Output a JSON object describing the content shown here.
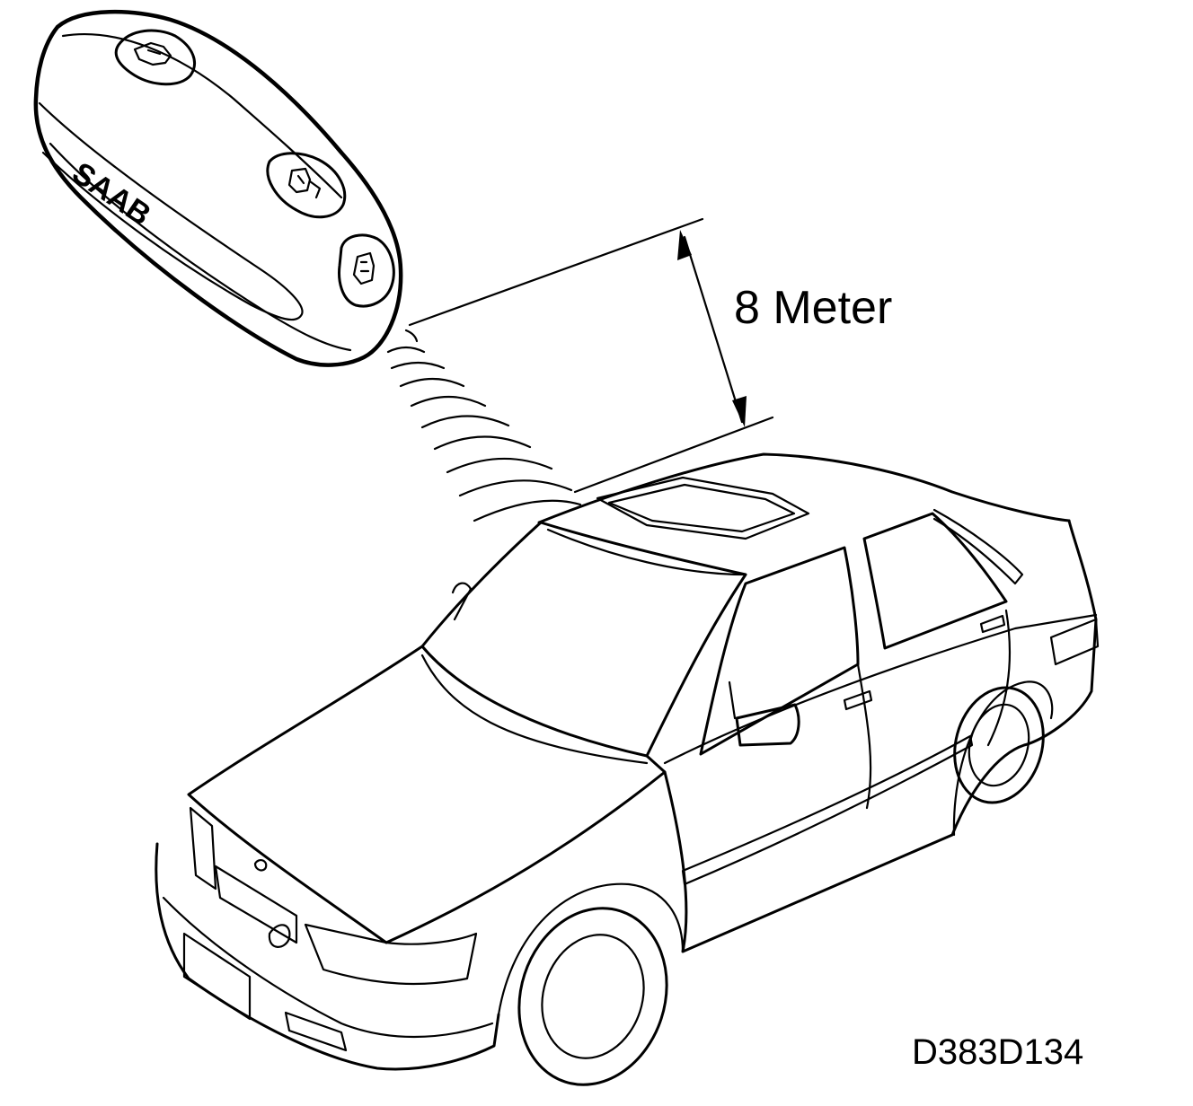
{
  "diagram": {
    "distance_label": "8 Meter",
    "figure_code": "D383D134",
    "key_fob_brand_mark": "SAAB"
  },
  "colors": {
    "line": "#000000",
    "background": "#ffffff"
  },
  "icons": {
    "fob_button_top": "trunk-release-icon",
    "fob_button_middle": "unlock-icon",
    "fob_button_bottom": "lock-icon",
    "signal": "radio-waves-icon"
  }
}
